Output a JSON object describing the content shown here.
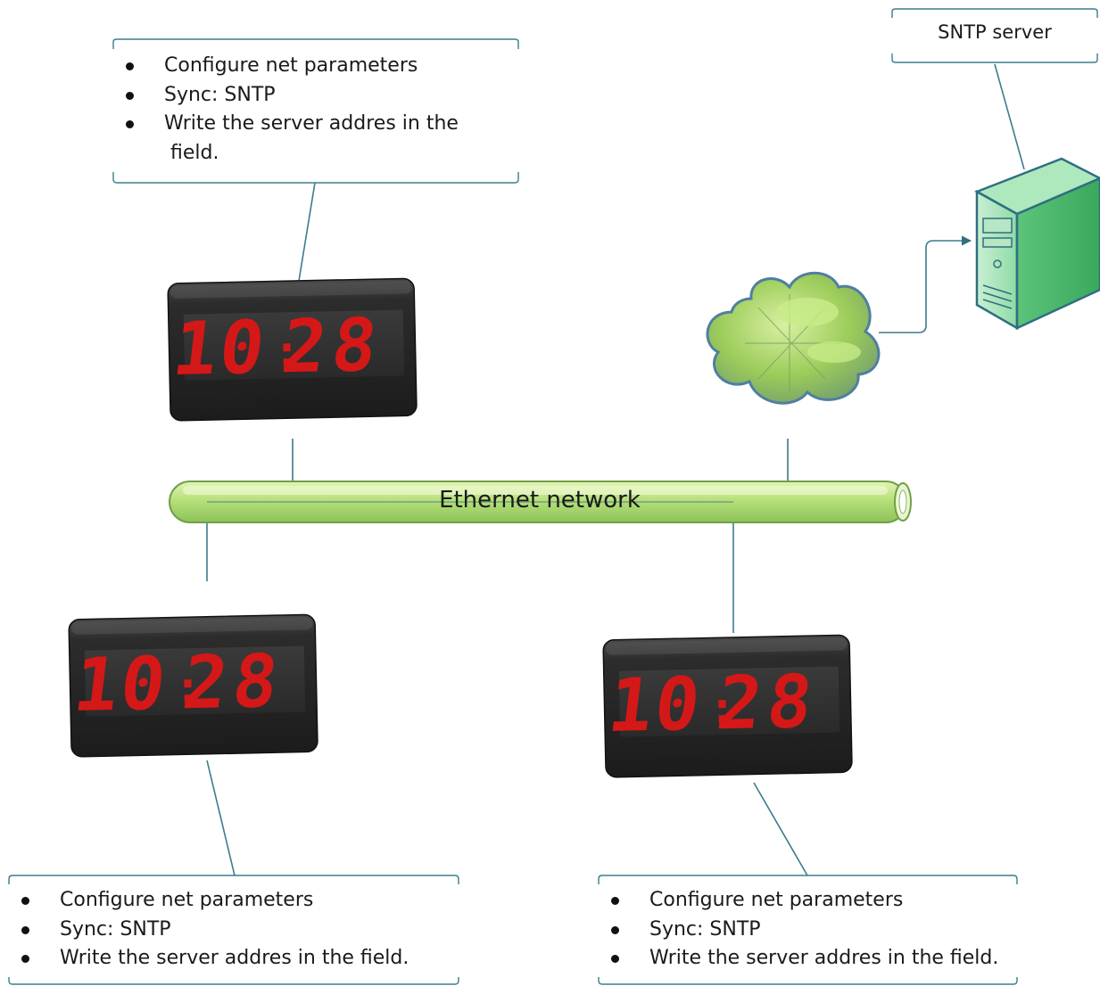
{
  "server": {
    "label": "SNTP server",
    "icon": "server-tower-icon"
  },
  "network": {
    "label": "Ethernet network",
    "pipe_color": "#a9d86e",
    "line_color": "#3a7d8c"
  },
  "cloud": {
    "icon": "internet-cloud-icon"
  },
  "clock_display": {
    "time_digits": [
      "1",
      "0",
      "2",
      "8"
    ],
    "separator": ":",
    "digit_color": "#d41818"
  },
  "callouts": {
    "top": {
      "items": [
        "Configure net parameters",
        "Sync: SNTP",
        "Write the server addres in the",
        "field."
      ]
    },
    "bottom_left": {
      "items": [
        "Configure net parameters",
        "Sync: SNTP",
        "Write the server addres in the field."
      ]
    },
    "bottom_right": {
      "items": [
        "Configure net parameters",
        "Sync: SNTP",
        "Write the server addres in the field."
      ]
    }
  }
}
